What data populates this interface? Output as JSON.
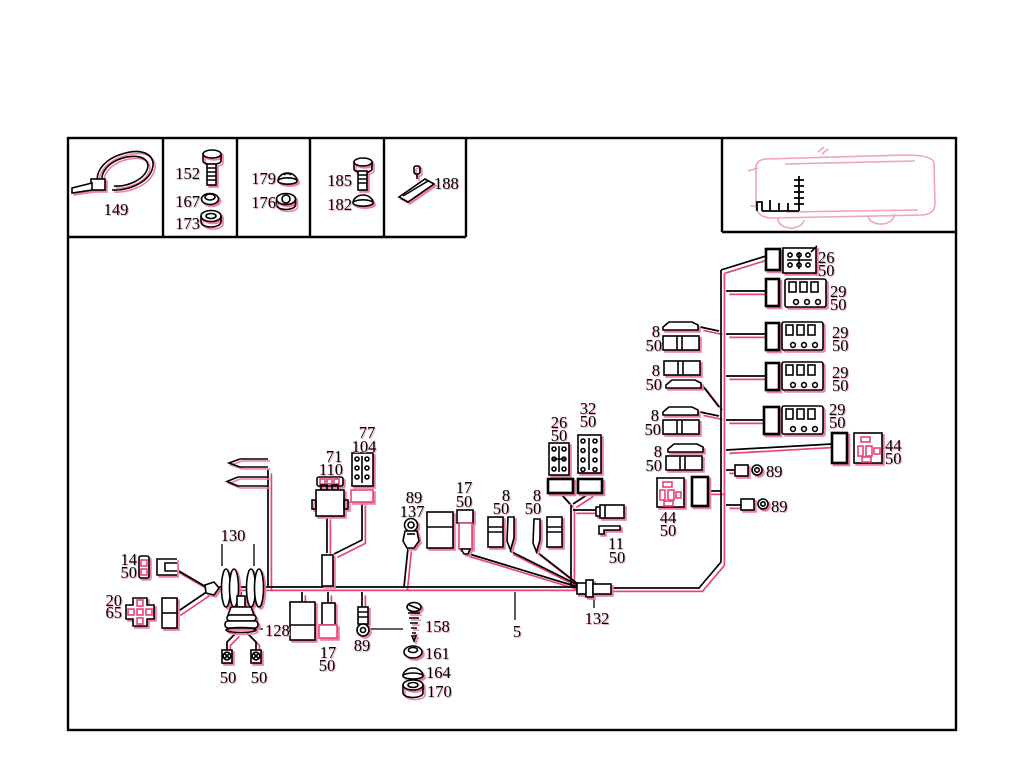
{
  "figure": {
    "kind": "wiring-harness-parts-diagram"
  },
  "colors": {
    "ink": "#000000",
    "accent_pink": "#e8447b",
    "shadow_pink": "#f07ca6",
    "car_outline_pink": "#f2a3bd",
    "background": "#ffffff"
  },
  "legend": {
    "cells": [
      {
        "items": [
          {
            "num": "149",
            "icon": "cable-tie-icon"
          }
        ]
      },
      {
        "items": [
          {
            "num": "152",
            "icon": "bolt-icon"
          },
          {
            "num": "167",
            "icon": "washer-icon"
          },
          {
            "num": "173",
            "icon": "cap-nut-icon"
          }
        ]
      },
      {
        "items": [
          {
            "num": "179",
            "icon": "clip-nut-icon"
          },
          {
            "num": "176",
            "icon": "hex-nut-icon"
          }
        ]
      },
      {
        "items": [
          {
            "num": "185",
            "icon": "bolt-icon"
          },
          {
            "num": "182",
            "icon": "clip-nut-icon"
          }
        ]
      },
      {
        "items": [
          {
            "num": "188",
            "icon": "mounting-strip-icon"
          }
        ]
      }
    ]
  },
  "callouts": {
    "right": {
      "row1_part": "26",
      "row1_sub": "50",
      "row2_part": "29",
      "row2_sub": "50",
      "row3_branch_part": "8",
      "row3_branch_sub": "50",
      "row3_part": "29",
      "row3_sub": "50",
      "row4_branch_part": "8",
      "row4_branch_sub": "50",
      "row4_part": "29",
      "row4_sub": "50",
      "row5_branch_part": "8",
      "row5_branch_sub": "50",
      "row5_part": "29",
      "row5_sub": "50",
      "row6_branch_part": "8",
      "row6_branch_sub": "50",
      "relay_right_part": "44",
      "relay_right_sub": "50",
      "ring_top": "89",
      "ring_bottom": "89",
      "relay_left_part": "44",
      "relay_left_sub": "50"
    },
    "middle": {
      "conn26_part": "26",
      "conn26_sub": "50",
      "conn32_part": "32",
      "conn32_sub": "50",
      "conn11_part": "11",
      "conn11_sub": "50",
      "branch8a_part": "8",
      "branch8a_sub": "50",
      "branch8b_part": "8",
      "branch8b_sub": "50",
      "conn17_part": "17",
      "conn17_sub": "50",
      "ring_part": "89",
      "ring_sub": "137",
      "conn77_part": "77",
      "conn77_sub": "104",
      "conn71_part": "71",
      "conn71_sub": "110",
      "harness_ref": "5",
      "connector132": "132"
    },
    "left": {
      "grommets": "130",
      "fuse_part": "14",
      "fuse_sub": "50",
      "cross_part": "20",
      "cross_sub": "65",
      "horn": "128",
      "ring_left": "50",
      "ring_right": "50",
      "conn17_part": "17",
      "conn17_sub": "50",
      "stud": "89",
      "screw": "158",
      "washer": "161",
      "clip_nut": "164",
      "nut": "170"
    }
  }
}
